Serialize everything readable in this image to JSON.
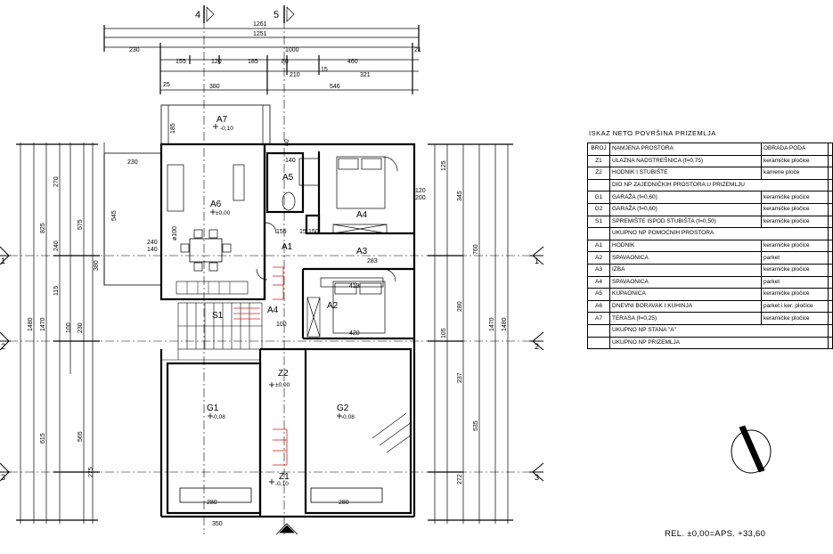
{
  "plan": {
    "section_markers": {
      "top_left": "4",
      "top_right": "5"
    },
    "axis_markers": [
      "1",
      "2",
      "3"
    ],
    "top_dims": {
      "overall": "1261",
      "line2": "1251",
      "row3": [
        "230",
        "1000",
        "21"
      ],
      "row4": [
        "155",
        "120",
        "185",
        "80",
        "460"
      ],
      "row5": [
        "25",
        "210",
        "15",
        "321"
      ],
      "row6": [
        "380",
        "546"
      ]
    },
    "left_dims": [
      "1480",
      "1470",
      "825",
      "615",
      "270",
      "240",
      "565",
      "575",
      "545",
      "380",
      "240",
      "140",
      "115",
      "230",
      "100",
      "275"
    ],
    "right_dims": [
      "1480",
      "1470",
      "760",
      "535",
      "345",
      "280",
      "237",
      "272",
      "125",
      "105",
      "120",
      "200"
    ],
    "bottom_dims": [
      "350",
      "280",
      "280"
    ],
    "interior_dims": [
      "230",
      "185",
      "80",
      "140",
      "155",
      "150",
      "15",
      "283",
      "413",
      "420",
      "100",
      "ø100"
    ],
    "rooms": [
      {
        "id": "A7",
        "level": "-0,10"
      },
      {
        "id": "A6",
        "level": "±0,00"
      },
      {
        "id": "A5",
        "level": ""
      },
      {
        "id": "A4",
        "level": ""
      },
      {
        "id": "A1",
        "level": ""
      },
      {
        "id": "A3",
        "level": ""
      },
      {
        "id": "A2",
        "level": ""
      },
      {
        "id": "S1",
        "level": ""
      },
      {
        "id": "A4",
        "level": ""
      },
      {
        "id": "Z2",
        "level": "±0,00"
      },
      {
        "id": "G1",
        "level": "-0,08"
      },
      {
        "id": "G2",
        "level": "-0,08"
      },
      {
        "id": "Z1",
        "level": "-0,10"
      }
    ]
  },
  "legend": {
    "title": "ISKAZ NETO POVRŠINA PRIZEMLJA",
    "header": {
      "code": "BROJ",
      "name": "NAMJENA PROSTORA",
      "finish": "OBRADA PODA"
    },
    "rows": [
      {
        "code": "Z1",
        "name": "ULAZNA NADSTREŠNICA (f=0,75)",
        "finish": "keramičke pločice"
      },
      {
        "code": "Z2",
        "name": "HODNIK I STUBIŠTE",
        "finish": "kamene ploče"
      },
      {
        "code": "",
        "name": "DIO NP ZAJEDNIČKIH PROSTORA U PRIZEMLJU",
        "finish": "",
        "span": true
      },
      {
        "code": "G1",
        "name": "GARAŽA (f=0,60)",
        "finish": "keramičke pločice"
      },
      {
        "code": "G2",
        "name": "GARAŽA (f=0,60)",
        "finish": "keramičke pločice"
      },
      {
        "code": "S1",
        "name": "SPREMIŠTE ISPOD STUBIŠTA (f=0,50)",
        "finish": "keramičke pločice"
      },
      {
        "code": "",
        "name": "UKUPNO NP POMOĆNIH PROSTORA",
        "finish": "",
        "span": true
      },
      {
        "code": "A1",
        "name": "HODNIK",
        "finish": "keramičke pločice"
      },
      {
        "code": "A2",
        "name": "SPAVAONICA",
        "finish": "parket"
      },
      {
        "code": "A3",
        "name": "IZBA",
        "finish": "keramičke pločice"
      },
      {
        "code": "A4",
        "name": "SPAVAONICA",
        "finish": "parket"
      },
      {
        "code": "A5",
        "name": "KUPAONICA",
        "finish": "keramičke pločice"
      },
      {
        "code": "A6",
        "name": "DNEVNI BORAVAK I KUHINJA",
        "finish": "parket i ker. pločice"
      },
      {
        "code": "A7",
        "name": "TERASA (f=0,25)",
        "finish": "keramičke pločice"
      },
      {
        "code": "",
        "name": "UKUPNO NP STANA \"A\"",
        "finish": "",
        "span": true
      },
      {
        "code": "",
        "name": "UKUPNO NP PRIZEMLJA",
        "finish": "",
        "span": true
      }
    ]
  },
  "reference": "REL. ±0,00=APS. +33,60",
  "colors": {
    "ink": "#000000",
    "stair_accent": "#d42020",
    "wall": "#000000"
  }
}
